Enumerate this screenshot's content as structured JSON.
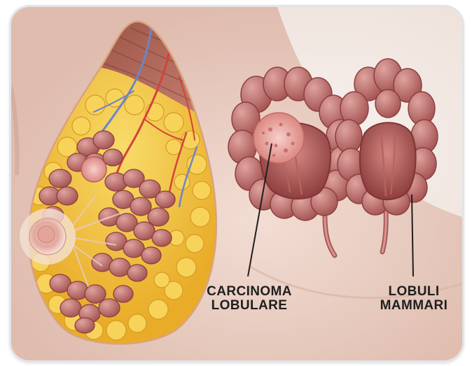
{
  "labels": {
    "carcinoma_line1": "CARCINOMA",
    "carcinoma_line2": "LOBULARE",
    "lobuli_line1": "LOBULI",
    "lobuli_line2": "MAMMARI"
  },
  "colors": {
    "skin": "#ecd2c7",
    "background": "#f3ece8",
    "lobule": "#c87e7c",
    "lobule_dark": "#9a4e4c",
    "fat": "#f2c23b",
    "muscle": "#b77062",
    "artery": "#d4433a",
    "vein": "#6f84c6",
    "tumor": "#e9a8a3"
  },
  "icons": {
    "illustration": "breast-cross-section",
    "diseased": "lobule-with-carcinoma",
    "healthy": "healthy-lobule"
  }
}
